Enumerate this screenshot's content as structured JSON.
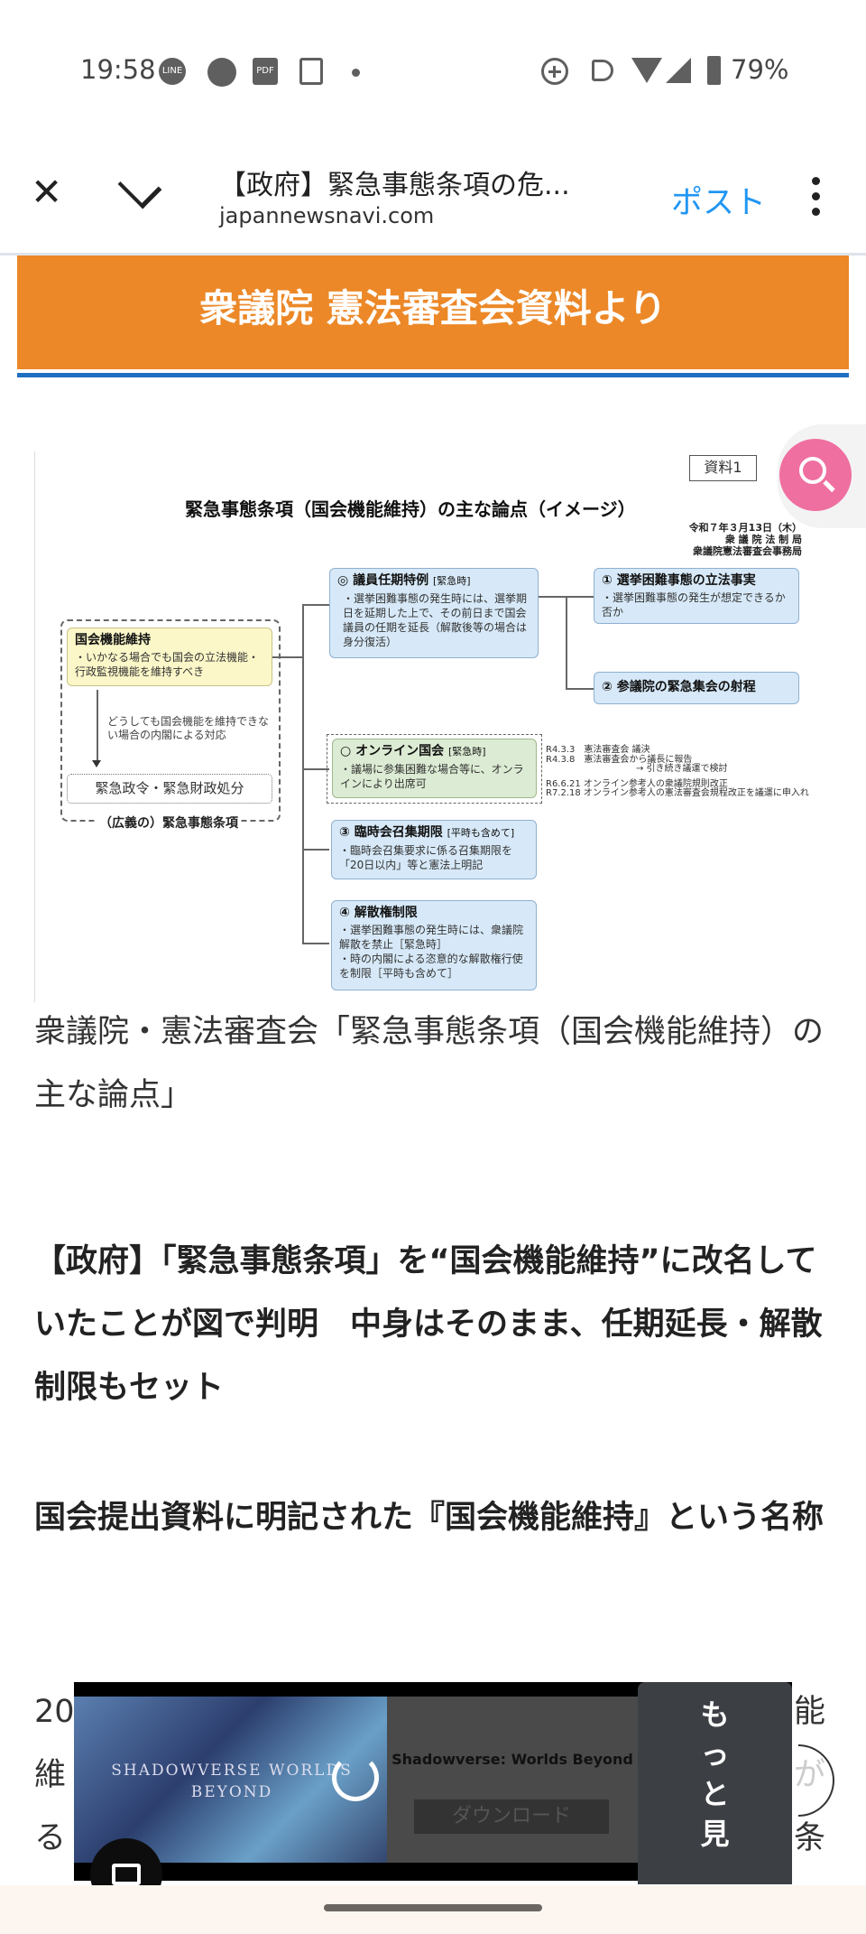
{
  "status_bar": {
    "time": "19:58",
    "battery": "79%",
    "icons": [
      "line-icon",
      "circle-icon",
      "pdf-icon",
      "news-icon",
      "dot-icon",
      "data-saver-icon",
      "mute-icon",
      "wifi-icon",
      "signal-icon",
      "battery-icon"
    ],
    "line_label": "LINE",
    "pdf_label": "PDF"
  },
  "toolbar": {
    "title": "【政府】緊急事態条項の危...",
    "domain": "japannewsnavi.com",
    "post": "ポスト"
  },
  "banner": {
    "text": "衆議院 憲法審査会資料より"
  },
  "diagram": {
    "tag": "資料1",
    "title": "緊急事態条項（国会機能維持）の主な論点（イメージ）",
    "date_lines": [
      "令和７年３月13日（木）",
      "衆 議 院 法 制 局",
      "衆議院憲法審査会事務局"
    ],
    "main_box": {
      "title": "国会機能維持",
      "text": "・いかなる場合でも国会の立法機能・行政監視機能を維持すべき"
    },
    "arrow_text": "どうしても国会機能を維持できない場合の内閣による対応",
    "emergency_box": "緊急政令・緊急財政処分",
    "outer_label": "（広義の）緊急事態条項",
    "term_box": {
      "title": "◎ 議員任期特例",
      "tag": "[緊急時]",
      "text": "・選挙困難事態の発生時には、選挙期日を延期した上で、その前日まで国会議員の任期を延長（解散後等の場合は身分復活）"
    },
    "box1": {
      "title": "① 選挙困難事態の立法事実",
      "text": "・選挙困難事態の発生が想定できるか否か"
    },
    "box2": {
      "title": "② 参議院の緊急集会の射程"
    },
    "online_box": {
      "title": "○ オンライン国会",
      "tag": "[緊急時]",
      "text": "・議場に参集困難な場合等に、オンラインにより出席可"
    },
    "online_notes": [
      "R4.3.3　憲法審査会 議決",
      "R4.3.8　憲法審査会から議長に報告",
      "　　　　　　　　　　→ 引き続き議運で検討",
      "R6.6.21 オンライン参考人の衆議院規則改正",
      "R7.2.18 オンライン参考人の憲法審査会規程改正を議運に申入れ"
    ],
    "box3": {
      "title": "③ 臨時会召集期限",
      "tag": "[平時も含めて]",
      "text": "・臨時会召集要求に係る召集期限を「20日以内」等と憲法上明記"
    },
    "box4": {
      "title": "④ 解散権制限",
      "text1": "・選挙困難事態の発生時には、衆議院解散を禁止［緊急時］",
      "text2": "・時の内閣による恣意的な解散権行使を制限［平時も含めて］"
    }
  },
  "caption": "衆議院・憲法審査会「緊急事態条項（国会機能維持）の主な論点」",
  "headline1": "【政府】「緊急事態条項」を“国会機能維持”に改名していたことが図で判明　中身はそのまま、任期延長・解散制限もセット",
  "headline2": "国会提出資料に明記された『国会機能維持』という名称",
  "partial_text": {
    "l1": "20",
    "l2": "維",
    "l3": "る",
    "r1": "能",
    "r2": "が",
    "r3": "条"
  },
  "ad": {
    "game_logo": "SHADOWVERSE WORLDS BEYOND",
    "title": "Shadowverse: Worlds Beyond",
    "download": "ダウンロード",
    "more": "もっと見"
  },
  "colors": {
    "banner": "#ec8828",
    "accent_blue": "#2196f3",
    "rule": "#1e6fc0"
  }
}
